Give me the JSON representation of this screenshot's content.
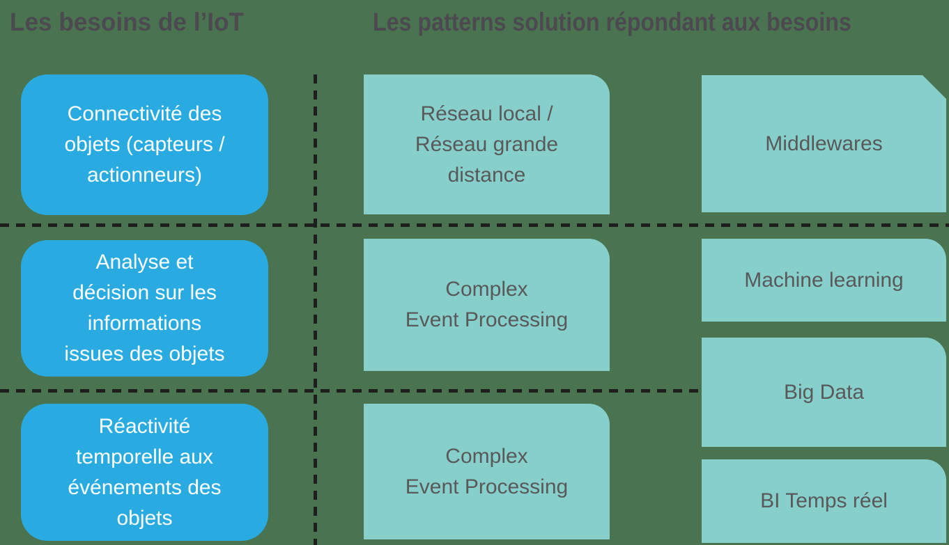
{
  "slide": {
    "needs_column": {
      "title": "Les besoins de l’IoT",
      "items": [
        {
          "label": "Connectivité des\nobjets (capteurs /\nactionneurs)"
        },
        {
          "label": "Analyse et\ndécision sur les\ninformations\nissues des objets"
        },
        {
          "label": "Réactivité\ntemporelle aux\névénements des\nobjets"
        }
      ]
    },
    "patterns_column": {
      "title": "Les patterns solution répondant aux besoins",
      "middle_items": [
        {
          "label": "Réseau local /\nRéseau grande\ndistance"
        },
        {
          "label": "Complex\nEvent Processing"
        },
        {
          "label": "Complex\nEvent Processing"
        }
      ],
      "right_items": [
        {
          "label": "Middlewares"
        },
        {
          "label": "Machine learning"
        },
        {
          "label": "Big Data"
        },
        {
          "label": "BI Temps réel"
        }
      ]
    }
  },
  "colors": {
    "bg": "#4A7350",
    "blue": "#29ABE2",
    "teal": "#87CFCB",
    "box-text": "#595959",
    "blue-box-text": "#FFFFFF",
    "header-text": "#4C4A50",
    "dash": "#1E1E1E"
  }
}
